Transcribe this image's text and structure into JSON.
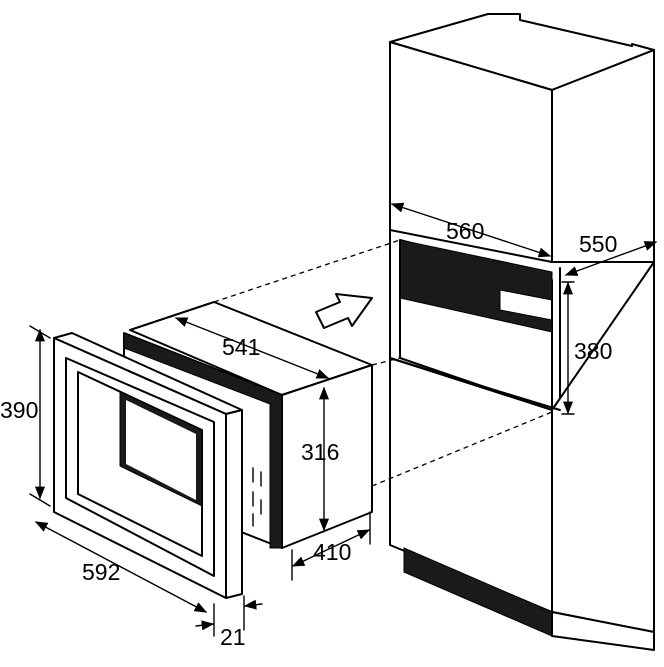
{
  "dimensions": {
    "cabinet_niche_width": "560",
    "cabinet_depth": "550",
    "cabinet_niche_height": "380",
    "oven_width": "541",
    "oven_height": "316",
    "oven_depth": "410",
    "frame_height": "390",
    "frame_width": "592",
    "frame_depth": "21"
  },
  "colors": {
    "line": "#000000",
    "background": "#ffffff",
    "dark_band": "#1a1a1a"
  },
  "icons": {
    "insertion_arrow": "outline-arrow-icon"
  }
}
